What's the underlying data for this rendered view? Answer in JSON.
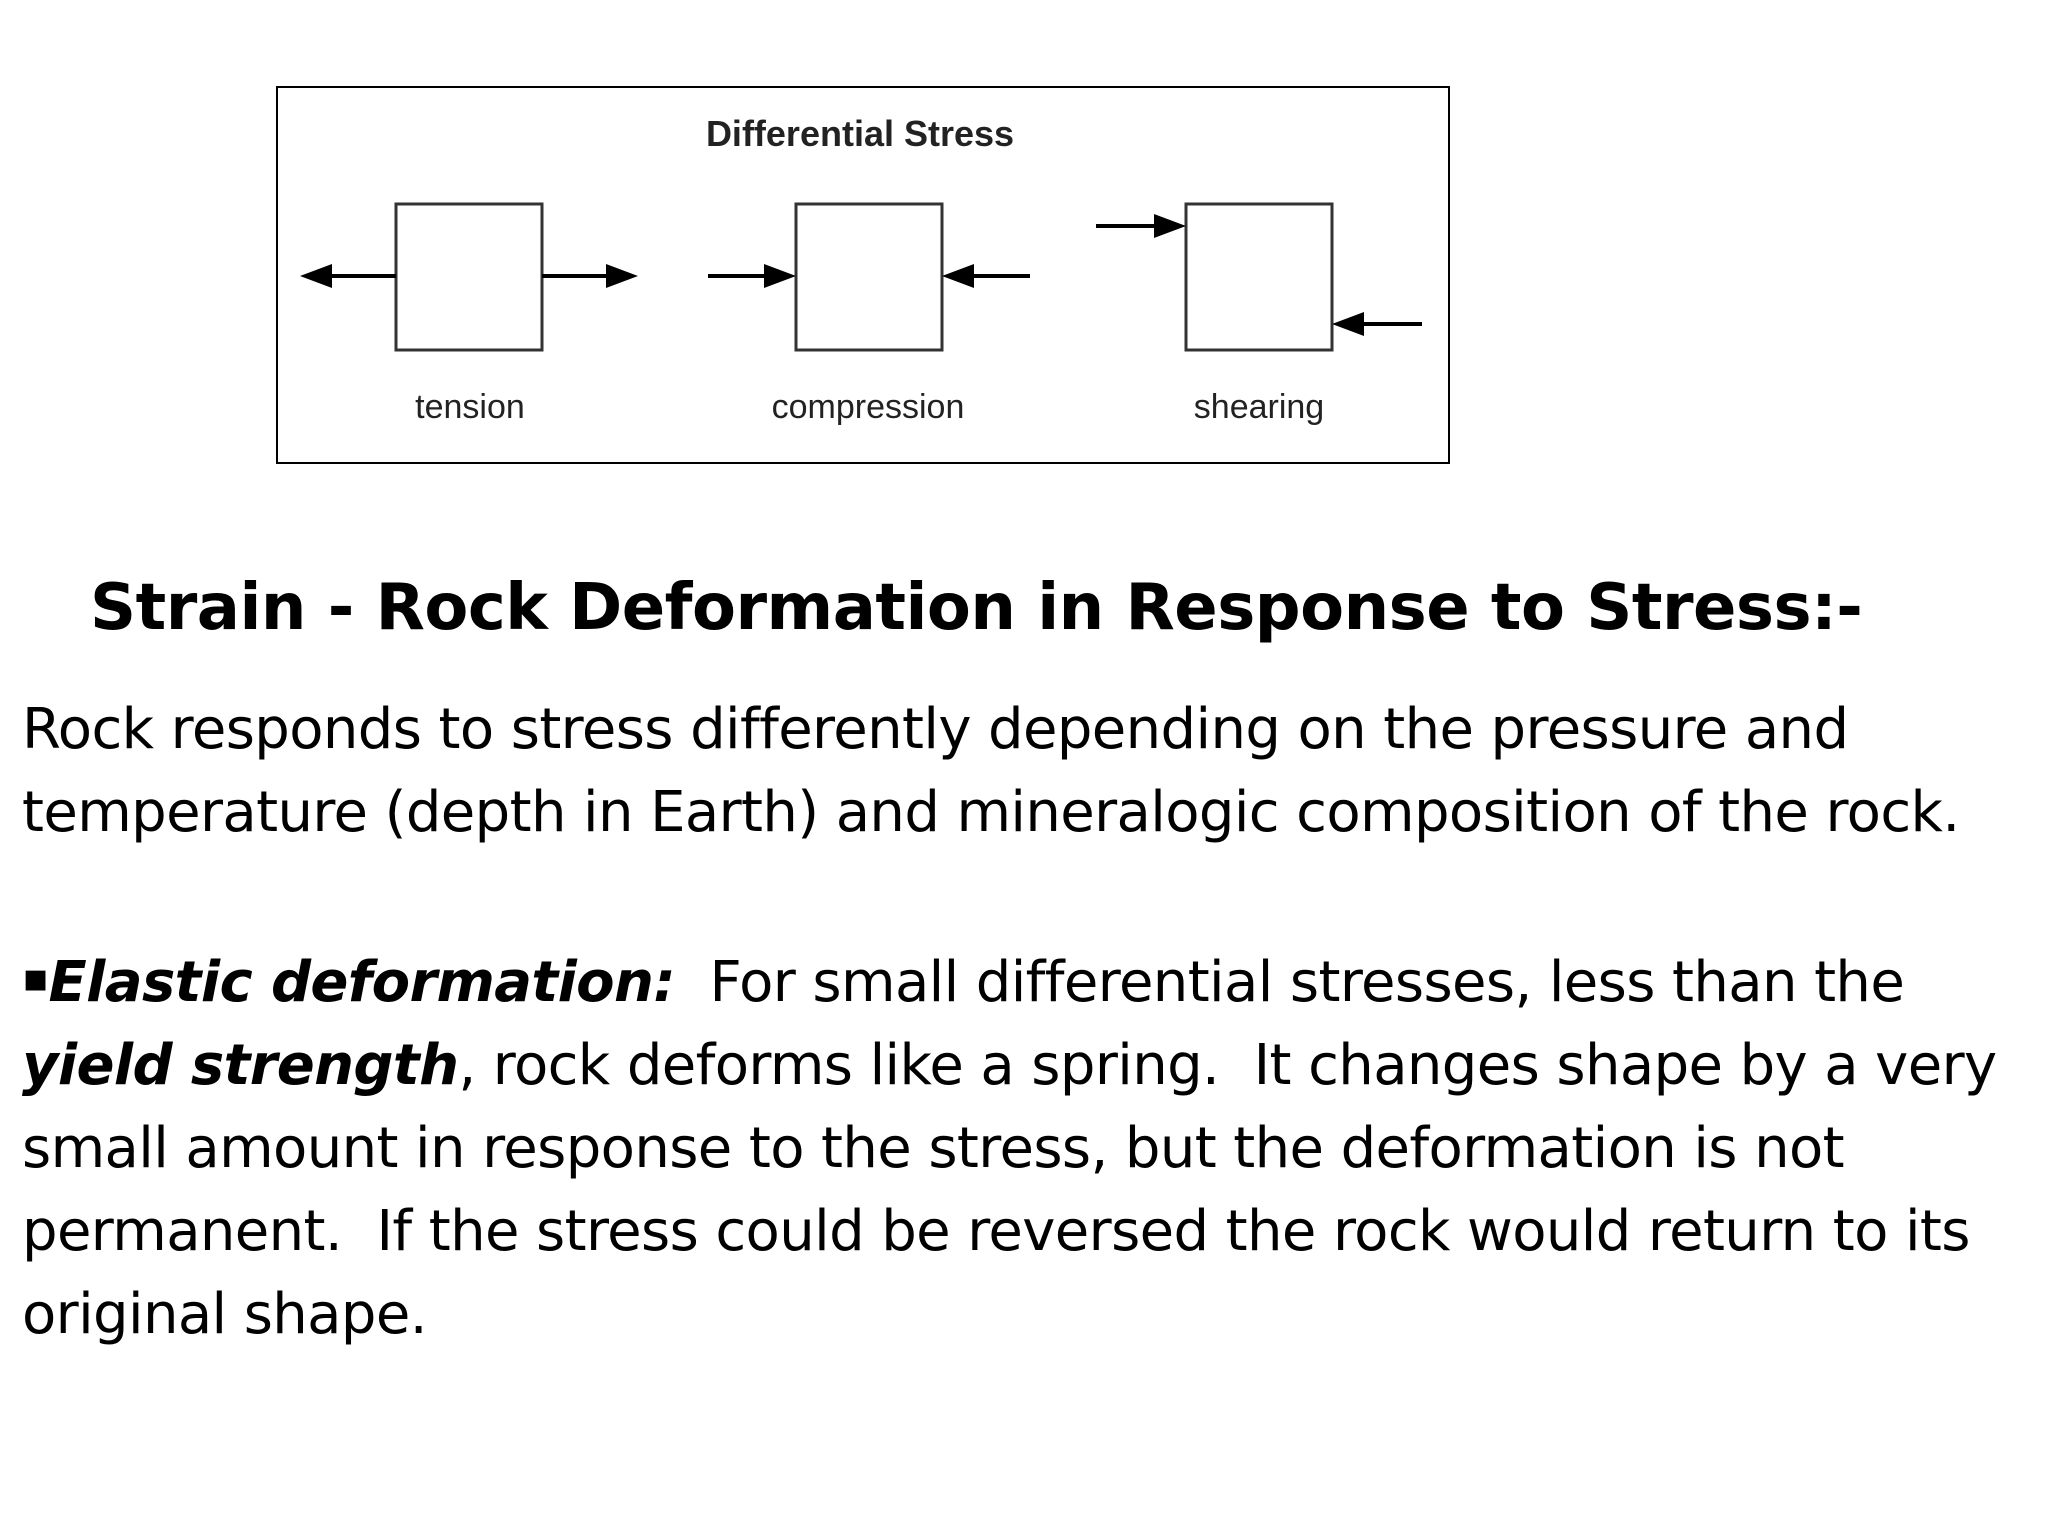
{
  "figure": {
    "title": "Differential Stress",
    "labels": {
      "tension": "tension",
      "compression": "compression",
      "shearing": "shearing"
    }
  },
  "heading": "Strain - Rock Deformation in Response to Stress:-",
  "paragraph1": "Rock responds to stress differently depending on the pressure and temperature (depth in Earth) and mineralogic composition of the rock.",
  "paragraph2": {
    "bullet": "▪",
    "term": "Elastic deformation:",
    "text_a": "  For small differential stresses, less than the ",
    "emphasis": "yield strength",
    "text_b": ", rock deforms like a spring.  It changes shape by a very small amount in response to the stress, but the deformation is not permanent.  If the stress could be reversed the rock would return to its original shape."
  }
}
